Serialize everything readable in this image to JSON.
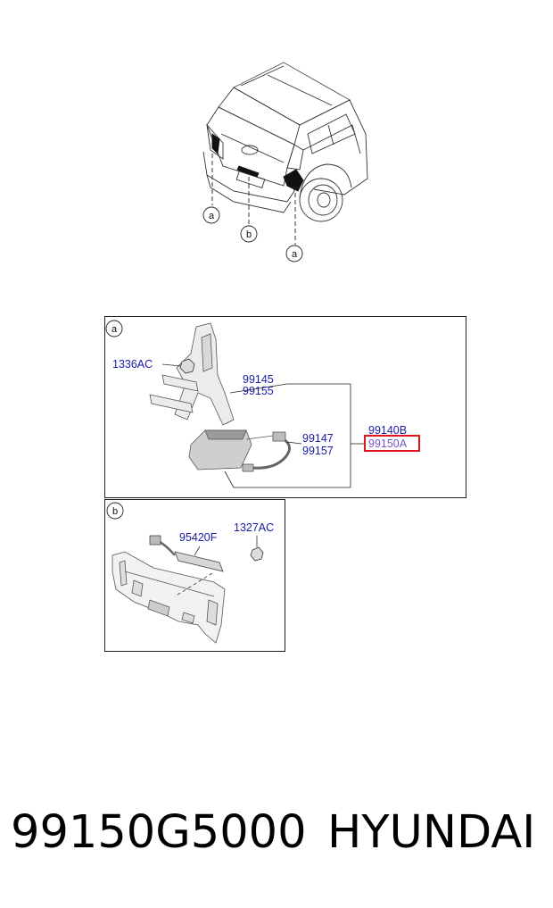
{
  "callouts": {
    "a": "a",
    "b": "b"
  },
  "panel_a": {
    "label": "a",
    "parts": {
      "nut": "1336AC",
      "bracket_1": "99145",
      "bracket_2": "99155",
      "sensor_1": "99147",
      "sensor_2": "99157",
      "assembly_1": "99140B",
      "assembly_2": "99150A"
    },
    "highlight_color": "#e0141e"
  },
  "panel_b": {
    "label": "b",
    "parts": {
      "antenna": "95420F",
      "nut": "1327AC"
    }
  },
  "footer": {
    "part_number": "99150G5000",
    "brand": "HYUNDAI"
  },
  "colors": {
    "part_label": "#1a1aa6",
    "part_label_highlight": "#7a55c9"
  }
}
